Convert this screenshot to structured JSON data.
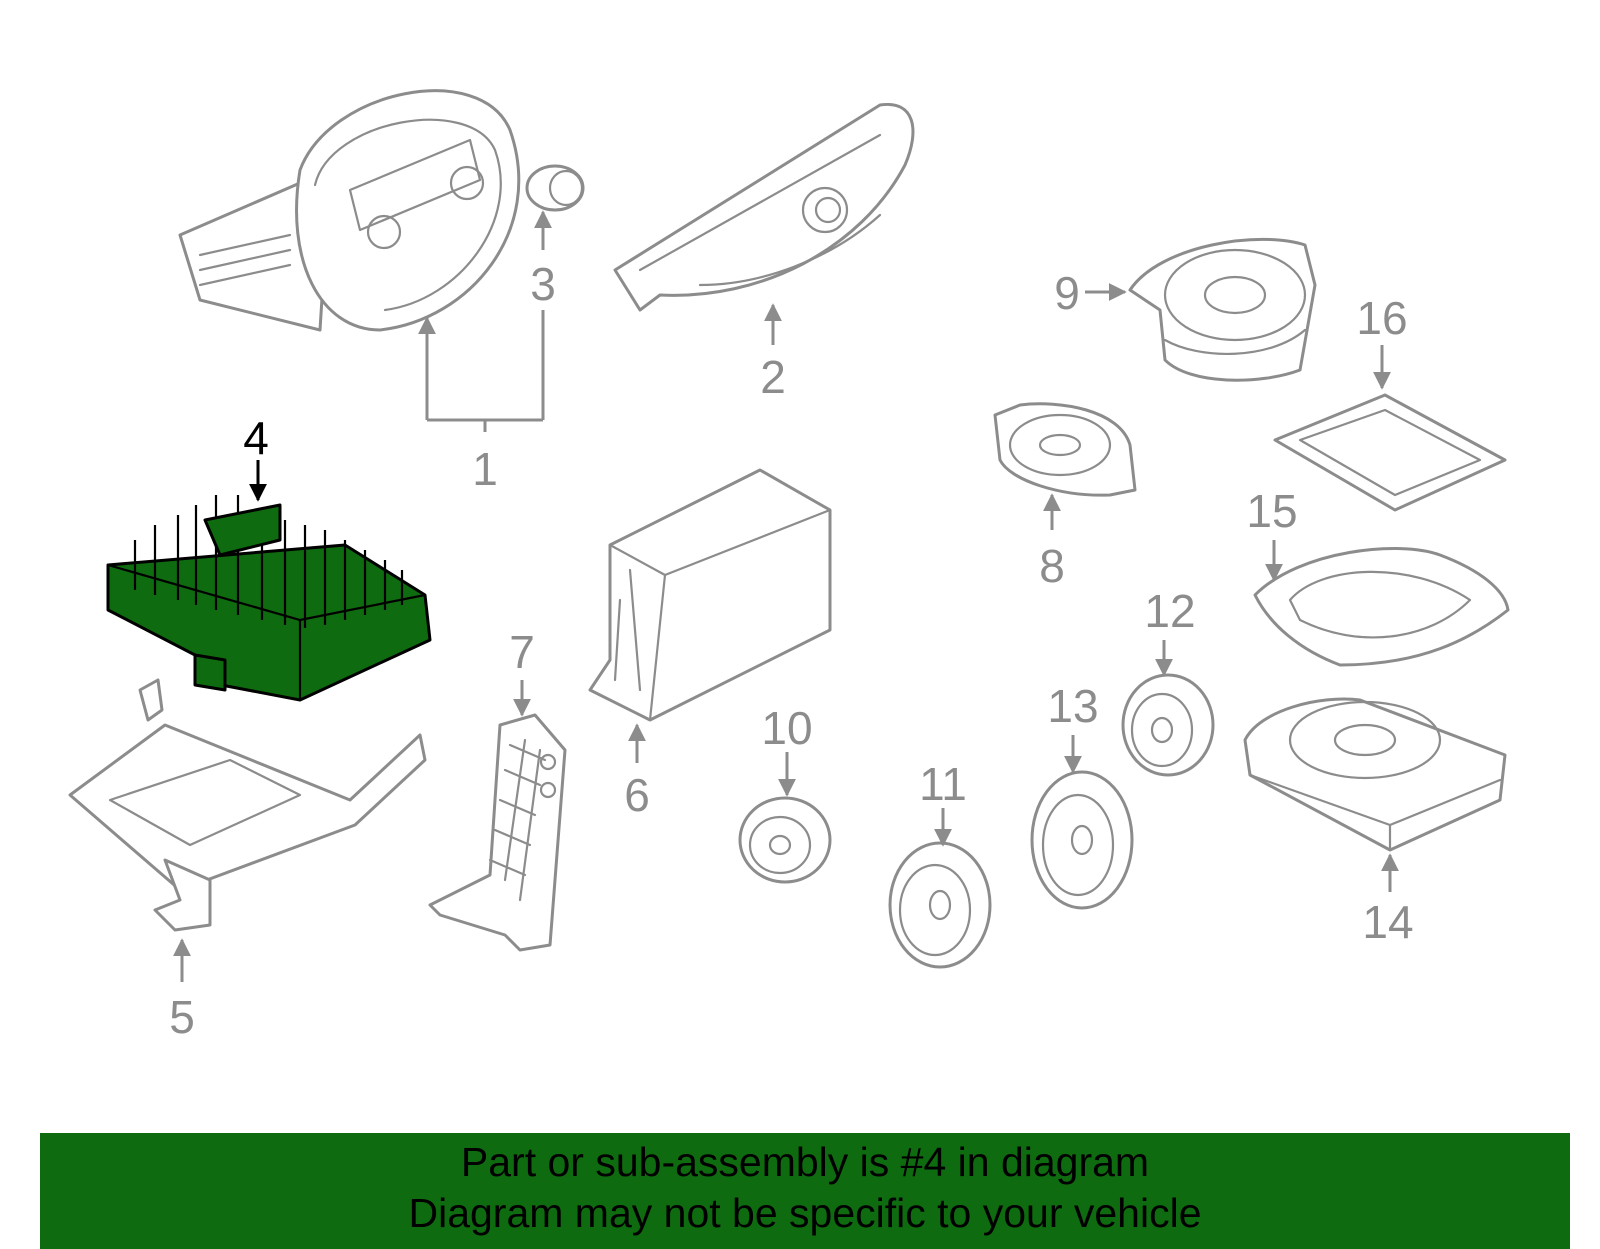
{
  "highlight_color": "#0f6b0f",
  "callouts": {
    "c1": "1",
    "c2": "2",
    "c3": "3",
    "c4": "4",
    "c5": "5",
    "c6": "6",
    "c7": "7",
    "c8": "8",
    "c9": "9",
    "c10": "10",
    "c11": "11",
    "c12": "12",
    "c13": "13",
    "c14": "14",
    "c15": "15",
    "c16": "16"
  },
  "highlighted_part": "4",
  "banner": {
    "line1": "Part or sub-assembly is #4 in diagram",
    "line2": "Diagram may not be specific to your vehicle"
  }
}
